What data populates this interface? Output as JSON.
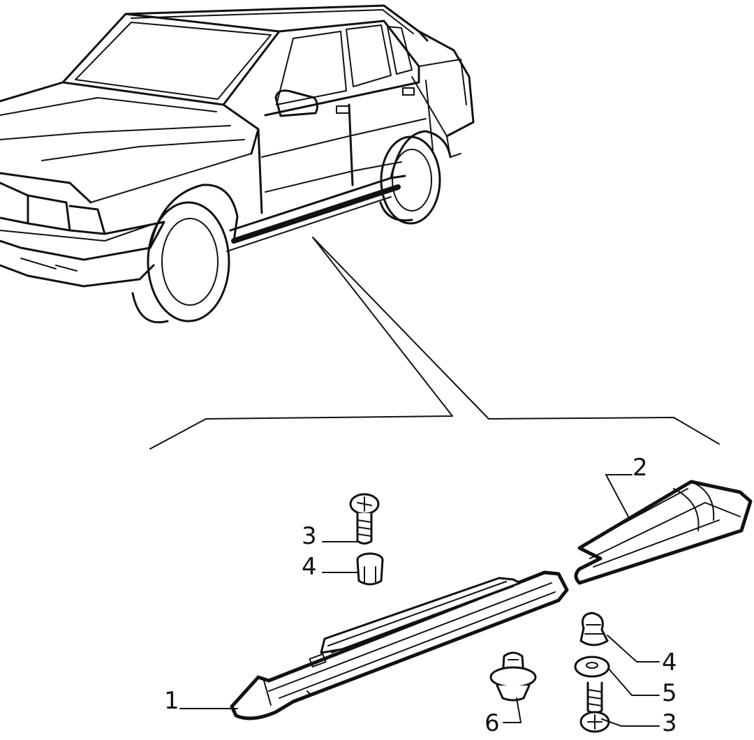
{
  "callouts": [
    {
      "label": "1"
    },
    {
      "label": "2"
    },
    {
      "label": "3"
    },
    {
      "label": "4"
    },
    {
      "label": "4"
    },
    {
      "label": "5"
    },
    {
      "label": "6"
    },
    {
      "label": "3"
    }
  ],
  "colors": {
    "ink": "#111111",
    "paper": "#ffffff"
  }
}
